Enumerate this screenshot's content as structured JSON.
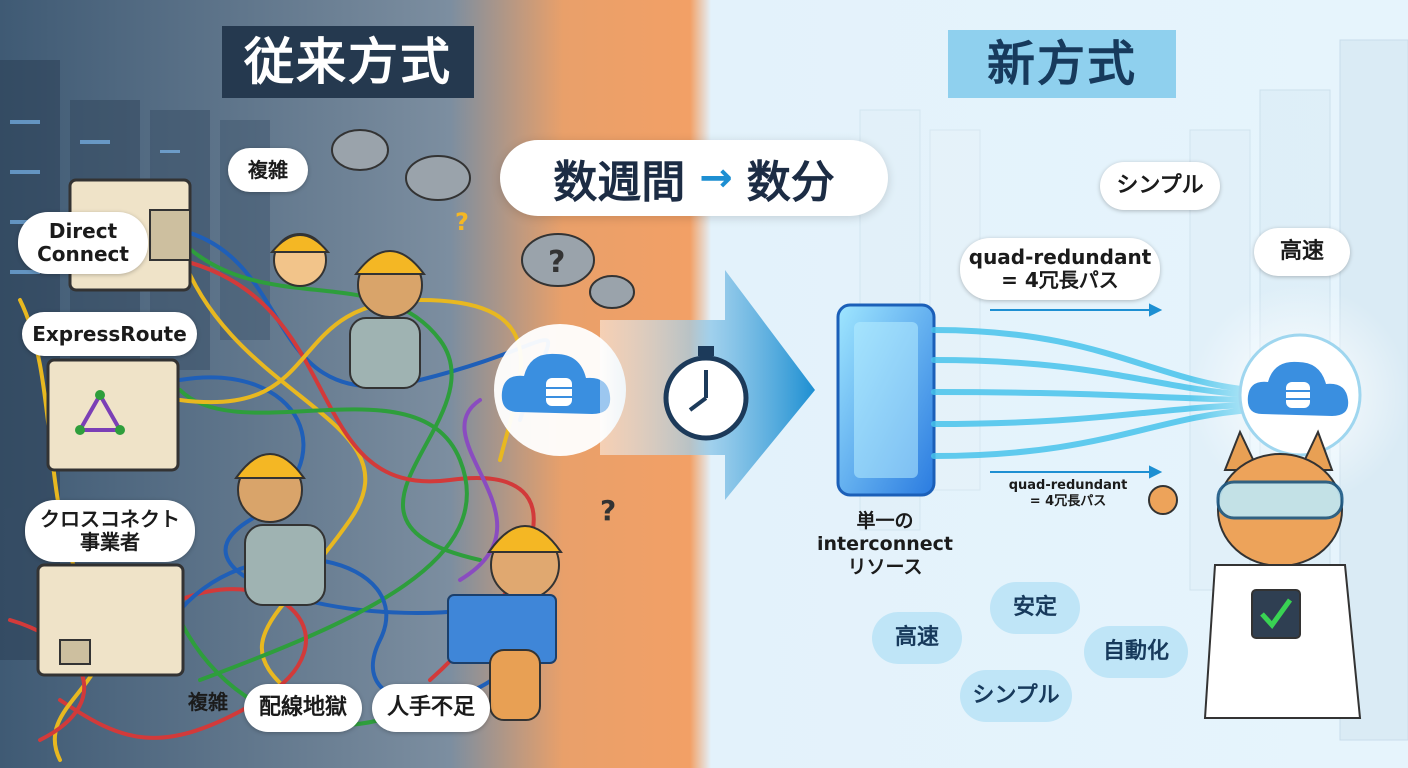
{
  "titles": {
    "old": "従来方式",
    "new": "新方式"
  },
  "time_banner": {
    "from": "数週間",
    "arrow": "→",
    "to": "数分"
  },
  "old_side": {
    "labels": {
      "complex_top": "複雑",
      "direct_connect": "Direct\nConnect",
      "expressroute": "ExpressRoute",
      "cross_connect": "クロスコネクト\n事業者",
      "complex_bottom": "複雑",
      "wiring_hell": "配線地獄",
      "understaffed": "人手不足"
    }
  },
  "new_side": {
    "labels": {
      "simple_top": "シンプル",
      "fast_top": "高速",
      "quad_main": "quad-redundant\n= 4冗長パス",
      "quad_small": "quad-redundant\n= 4冗長パス",
      "single_resource": "単一の\ninterconnect\nリソース",
      "fast": "高速",
      "stable": "安定",
      "automation": "自動化",
      "simple": "シンプル"
    }
  },
  "colors": {
    "old_bg": "#3f5a74",
    "transition": "#f2a066",
    "new_bg": "#e6f4fc",
    "accent_blue": "#1d8fd2",
    "helmet": "#f4b724"
  },
  "icons": [
    "cloud-database-icon",
    "stopwatch-icon",
    "arrow-right-icon",
    "checkmark-icon",
    "router-box-icon",
    "cat-worker-icon",
    "cat-engineer-icon"
  ]
}
